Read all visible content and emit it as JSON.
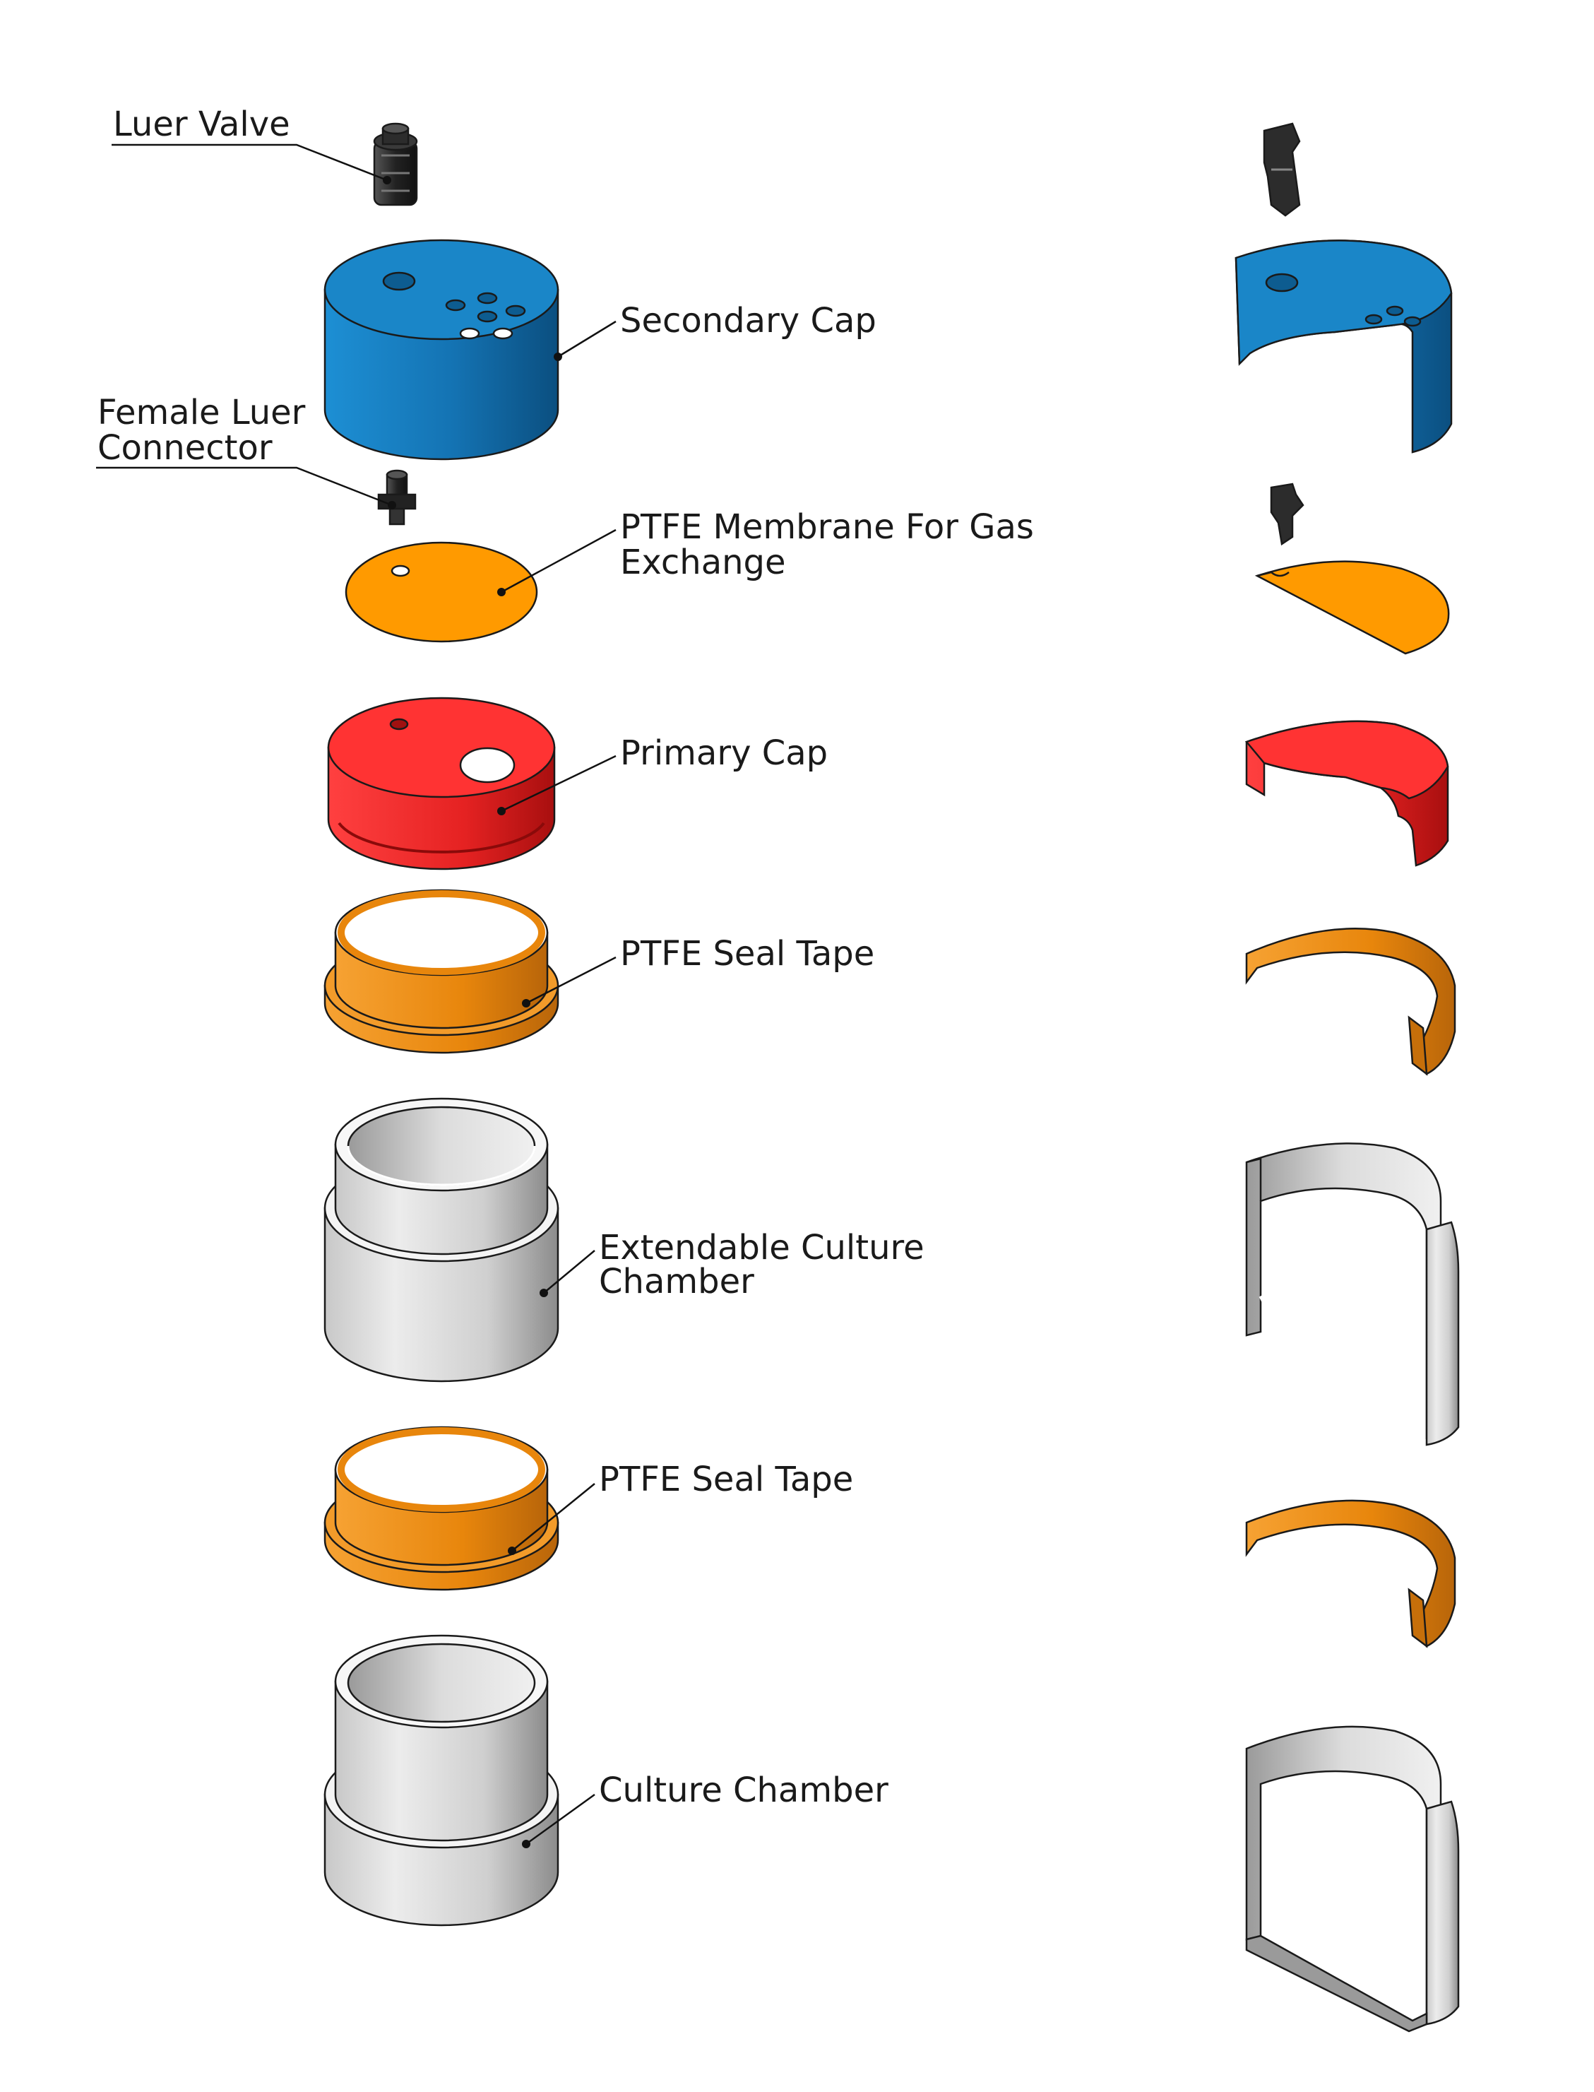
{
  "diagram": {
    "labels": {
      "luer_valve": "Luer Valve",
      "secondary_cap": "Secondary Cap",
      "female_luer_line1": "Female Luer",
      "female_luer_line2": "Connector",
      "ptfe_membrane_line1": "PTFE Membrane For Gas",
      "ptfe_membrane_line2": "Exchange",
      "primary_cap": "Primary Cap",
      "ptfe_seal_tape_upper": "PTFE Seal Tape",
      "extendable_chamber_line1": "Extendable Culture",
      "extendable_chamber_line2": "Chamber",
      "ptfe_seal_tape_lower": "PTFE Seal Tape",
      "culture_chamber": "Culture Chamber"
    },
    "colors": {
      "secondary_cap": "#1a86c8",
      "ptfe_membrane": "#ff9a00",
      "primary_cap": "#ff3030",
      "seal_tape": "#e8860c",
      "chamber": "#d9d9d9",
      "luer_parts": "#2a2a2a"
    }
  }
}
